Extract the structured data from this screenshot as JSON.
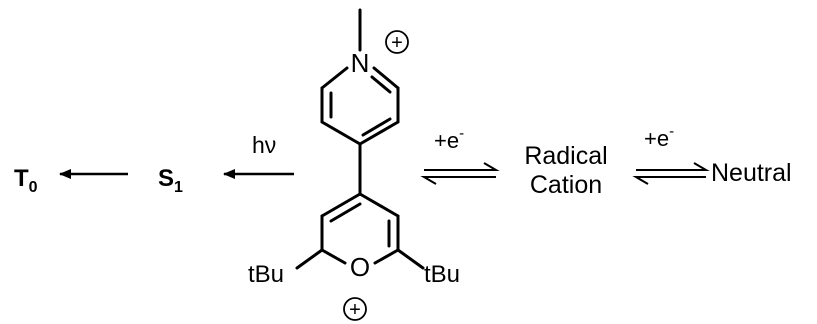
{
  "states": {
    "t0": {
      "main": "T",
      "sub": "0"
    },
    "s1": {
      "main": "S",
      "sub": "1"
    }
  },
  "labels": {
    "excitation": "hν",
    "reduction1": "+e",
    "reduction2": "+e",
    "charge": "-",
    "radical_line1": "Radical",
    "radical_line2": "Cation",
    "neutral": "Neutral"
  },
  "molecule": {
    "pyridinium_n": "N",
    "pyrylium_o": "O",
    "tbu_left": "tBu",
    "tbu_right": "tBu",
    "plus_symbol": "+"
  }
}
